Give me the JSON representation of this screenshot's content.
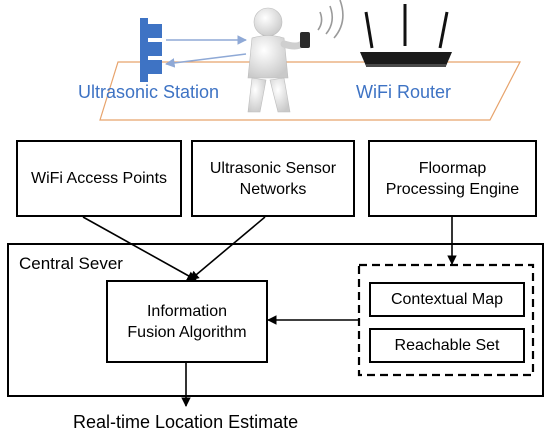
{
  "scene": {
    "ultrasonic_station_label": "Ultrasonic Station",
    "wifi_router_label": "WiFi Router",
    "colors": {
      "station": "#3e73c4",
      "caption": "#3e73c4",
      "floor": "#e7a36c",
      "router": "#111111"
    }
  },
  "inputs": {
    "wifi_access_points": "WiFi Access Points",
    "ultrasonic_sensor_networks": [
      "Ultrasonic Sensor",
      "Networks"
    ],
    "floormap_processing_engine": [
      "Floormap",
      "Processing Engine"
    ]
  },
  "central_server": {
    "title": "Central Sever",
    "fusion_algorithm": [
      "Information",
      "Fusion Algorithm"
    ],
    "contextual_map": "Contextual Map",
    "reachable_set": "Reachable Set"
  },
  "output": {
    "label": "Real-time Location Estimate"
  }
}
